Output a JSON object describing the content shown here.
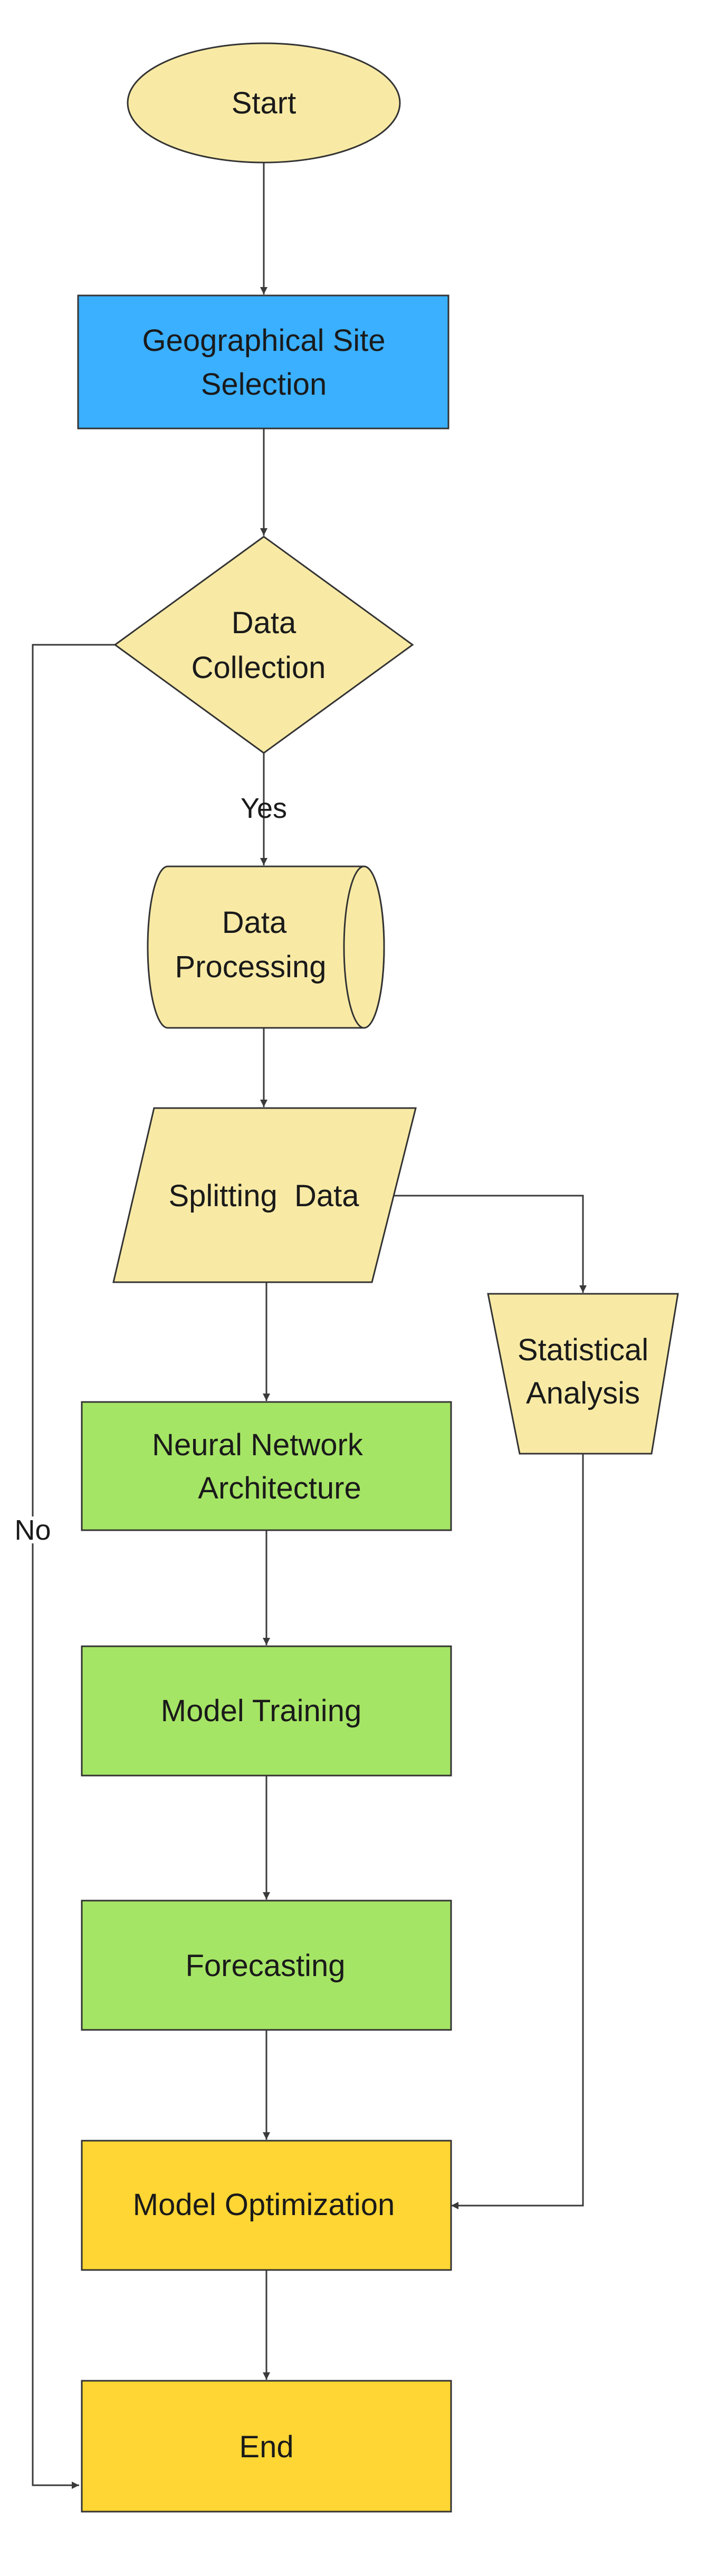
{
  "colors": {
    "oval": "#f8eaa5",
    "process_blue": "#3ab0ff",
    "pale_yellow": "#f8eaa5",
    "green": "#a5e565",
    "gold": "#ffd633",
    "stroke": "#333333",
    "line": "#3a3a3a"
  },
  "nodes": {
    "start": {
      "text": "Start"
    },
    "site_selection": {
      "line1": "Geographical Site",
      "line2": "Selection"
    },
    "data_collection": {
      "line1": "Data",
      "line2": "Collection"
    },
    "data_processing": {
      "line1": "Data",
      "line2": "Processing"
    },
    "splitting_data": {
      "text": "Splitting  Data"
    },
    "statistical_analysis": {
      "line1": "Statistical",
      "line2": "Analysis"
    },
    "neural_network": {
      "line1": "Neural Network",
      "line2": "Architecture"
    },
    "model_training": {
      "text": "Model Training"
    },
    "forecasting": {
      "text": "Forecasting"
    },
    "model_optimization": {
      "text": "Model Optimization"
    },
    "end": {
      "text": "End"
    }
  },
  "edges": {
    "yes_label": "Yes",
    "no_label": "No"
  }
}
